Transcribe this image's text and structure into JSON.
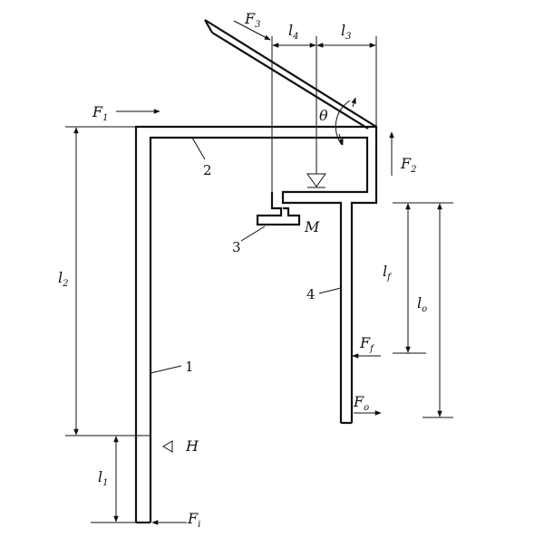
{
  "forces": {
    "f1": {
      "base": "F",
      "sub": "1"
    },
    "f2": {
      "base": "F",
      "sub": "2"
    },
    "f3": {
      "base": "F",
      "sub": "3"
    },
    "ff": {
      "base": "F",
      "sub": "f"
    },
    "fo": {
      "base": "F",
      "sub": "o"
    },
    "fi": {
      "base": "F",
      "sub": "i"
    }
  },
  "dimensions": {
    "l1": {
      "base": "l",
      "sub": "1"
    },
    "l2": {
      "base": "l",
      "sub": "2"
    },
    "l3": {
      "base": "l",
      "sub": "3"
    },
    "l4": {
      "base": "l",
      "sub": "4"
    },
    "lf": {
      "base": "l",
      "sub": "f"
    },
    "lo": {
      "base": "l",
      "sub": "o"
    }
  },
  "parts": [
    "1",
    "2",
    "3",
    "4"
  ],
  "symbols": {
    "theta": "θ",
    "mass": "M",
    "pivot_h": "H"
  }
}
